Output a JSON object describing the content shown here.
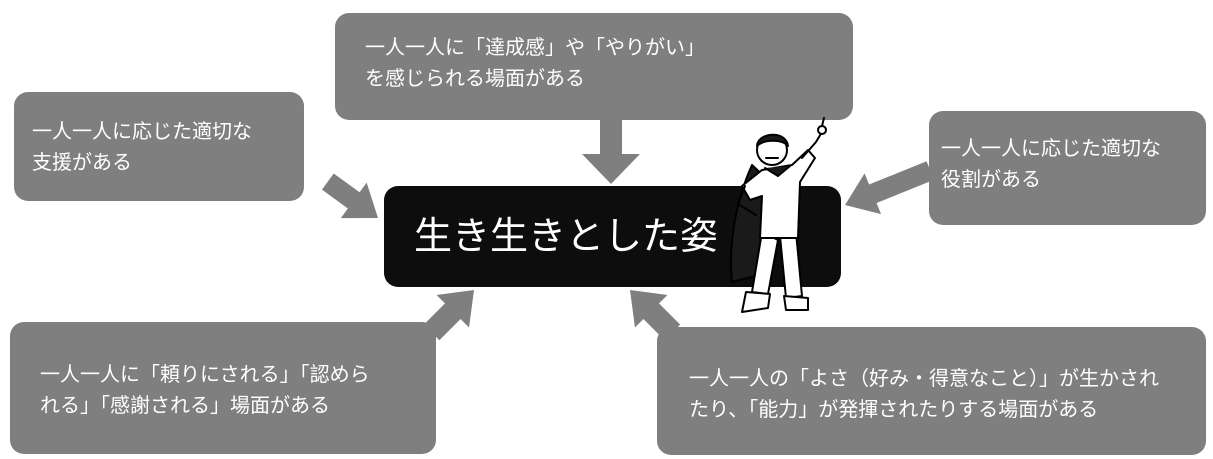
{
  "center": {
    "label": "生き生きとした姿"
  },
  "boxes": {
    "top": {
      "line1": "一人一人に「達成感」や「やりがい」",
      "line2": "を感じられる場面がある"
    },
    "left": {
      "line1": "一人一人に応じた適切な",
      "line2": "支援がある"
    },
    "right": {
      "line1": "一人一人に応じた適切な",
      "line2": "役割がある"
    },
    "bottom_left": {
      "line1": "一人一人に「頼りにされる」「認めら",
      "line2": "れる」「感謝される」場面がある"
    },
    "bottom_right": {
      "line1": "一人一人の「よさ（好み・得意なこと）」が生かされ",
      "line2": "たり、「能力」が発揮されたりする場面がある"
    }
  },
  "colors": {
    "box_fill": "#7f7f7f",
    "center_fill": "#0d0d0d",
    "arrow_fill": "#7f7f7f",
    "text": "#ffffff"
  },
  "illustration": {
    "subject": "superhero-boy-pointing-up"
  }
}
